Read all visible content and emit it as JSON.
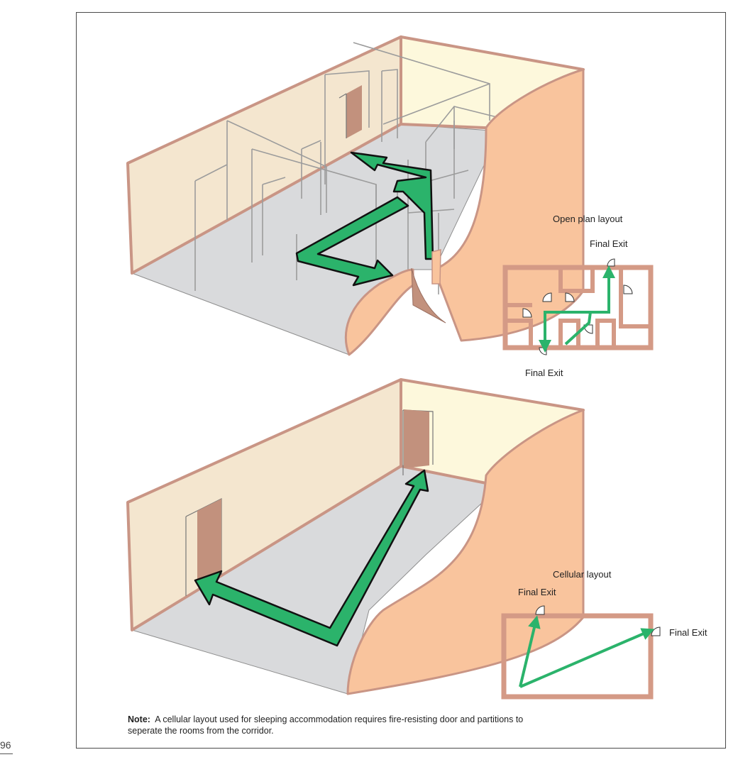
{
  "labels": {
    "open_plan_title": "Open plan layout",
    "open_plan_exit_top": "Final Exit",
    "open_plan_exit_bottom": "Final Exit",
    "cellular_title": "Cellular layout",
    "cellular_exit_left": "Final Exit",
    "cellular_exit_right": "Final Exit"
  },
  "note": {
    "prefix": "Note:",
    "text": "A cellular layout used for sleeping accommodation requires fire-resisting door and partitions to seperate the rooms from the corridor."
  },
  "page_number": "96",
  "colors": {
    "wall_cream": "#f4e6cf",
    "wall_yellow": "#fdf8dc",
    "wall_peach": "#f9c49d",
    "wall_edge": "#c99585",
    "floor": "#d9dadc",
    "door": "#c2917d",
    "arrow_green": "#2bb36b",
    "plan_wall": "#d49a86"
  }
}
